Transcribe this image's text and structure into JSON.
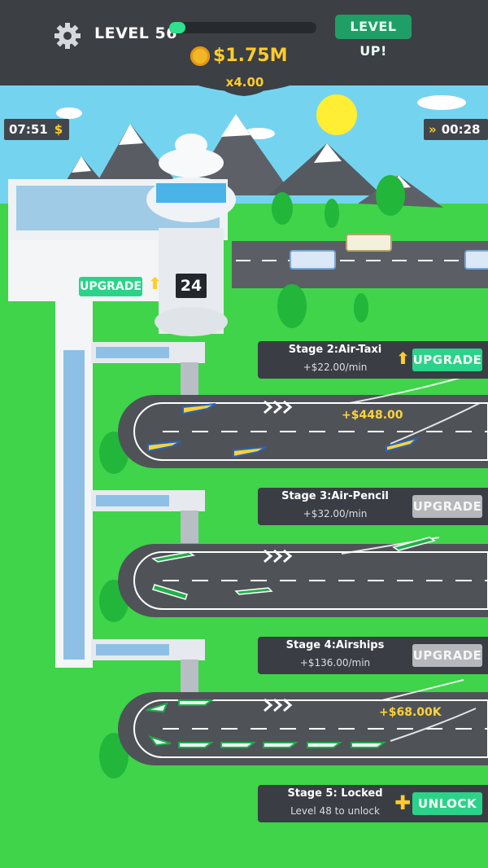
{
  "header": {
    "level_label": "LEVEL 56",
    "level_progress": 0.11,
    "level_up_label": "LEVEL UP!",
    "money": "$1.75M",
    "multiplier": "x4.00"
  },
  "timers": {
    "left": "07:51",
    "left_icon": "$",
    "right": "00:28",
    "right_icon": "»"
  },
  "tower": {
    "upgrade_label": "UPGRADE",
    "level": "24"
  },
  "stages": [
    {
      "title": "Stage 2:Air-Taxi",
      "rate": "+$22.00/min",
      "button": "UPGRADE",
      "state": "available"
    },
    {
      "title": "Stage 3:Air-Pencil",
      "rate": "+$32.00/min",
      "button": "UPGRADE",
      "state": "disabled"
    },
    {
      "title": "Stage 4:Airships",
      "rate": "+$136.00/min",
      "button": "UPGRADE",
      "state": "disabled"
    },
    {
      "title": "Stage 5: Locked",
      "rate": "Level 48 to unlock",
      "button": "UNLOCK",
      "state": "unlock"
    }
  ],
  "floating_money": [
    "+$448.00",
    "+$68.00K"
  ],
  "colors": {
    "bar": "#3c3f44",
    "accent_green": "#2bd38a",
    "gold": "#ffcc2a",
    "grass": "#3fd44a",
    "sky": "#74d4f0"
  }
}
